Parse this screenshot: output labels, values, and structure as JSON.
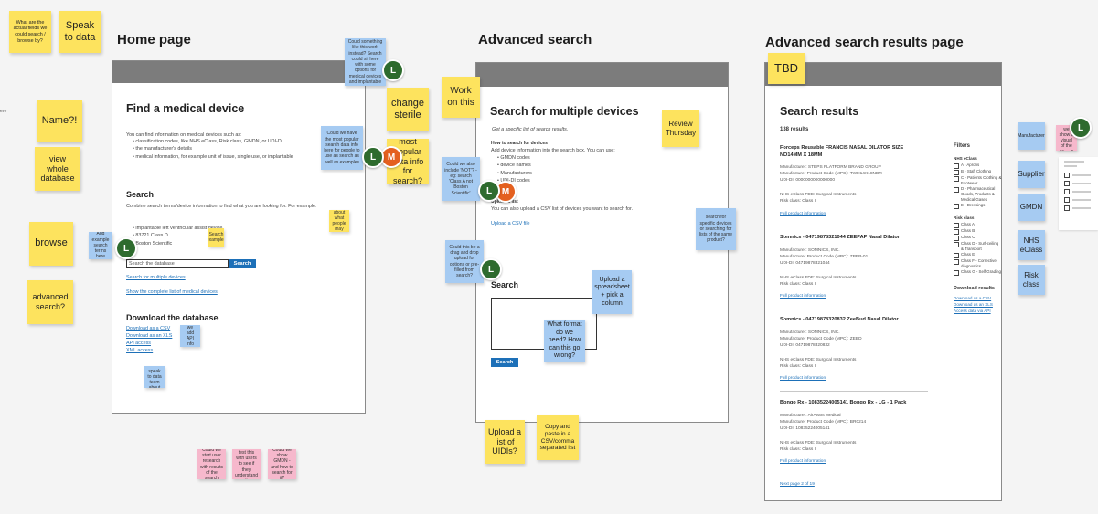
{
  "board": {
    "sections": [
      {
        "id": "home",
        "title": "Home page"
      },
      {
        "id": "advanced",
        "title": "Advanced search"
      },
      {
        "id": "results",
        "title": "Advanced search results page"
      }
    ]
  },
  "colors": {
    "sticky_yellow": "#fde35e",
    "sticky_blue": "#a6cbf2",
    "sticky_pink": "#f6b8cc",
    "avatar_green": "#2e6b2e",
    "avatar_orange": "#e4601f",
    "button_blue": "#1d70b8"
  },
  "home": {
    "title": "Find a medical device",
    "intro": "You can find information on medical devices such as:",
    "bullets": [
      "classification codes, like NHS eClass, Risk class, GMDN, or UDI-DI",
      "the manufacturer's details",
      "medical information, for example unit of issue, single use, or implantable"
    ],
    "search_heading": "Search",
    "search_help": "Combine search terms/device information to find what you are looking for. For example:",
    "examples": [
      "implantable left ventricular assist device",
      "83721 Class D",
      "Boston Scientific"
    ],
    "search_placeholder": "Search the database",
    "search_button": "Search",
    "link_multiple": "Search for multiple devices",
    "link_complete": "Show the complete list of medical devices",
    "download_heading": "Download the database",
    "download_links": [
      "Download as a CSV",
      "Download as an XLS",
      "API access",
      "XML access"
    ]
  },
  "advanced": {
    "title": "Search for multiple devices",
    "lead": "Get a specific list of search results.",
    "how_heading": "How to search for devices",
    "how_text": "Add device information into the search box. You can use:",
    "how_bullets": [
      "GMDN codes",
      "device names",
      "Manufacturers",
      "UDI-DI codes"
    ],
    "upload_heading": "Upload a list",
    "upload_text": "You can also upload a CSV list of devices you want to search for.",
    "upload_link": "Upload a CSV file",
    "search_heading": "Search",
    "search_button": "Search"
  },
  "results": {
    "tbd": "TBD",
    "title": "Search results",
    "count": "138 results",
    "items": [
      {
        "title": "Forceps Reusable FRANCIS NASAL DILATOR SIZE NO14MM X 18MM",
        "meta": [
          "Manufacturer: STEPS PLATFORM BRAND GROUP",
          "Manufacturer Product Code (MPC): TWH14X18NDR",
          "UDI-DI: 0000000000000000"
        ],
        "meta2": [
          "NHS eClass FDE: Surgical Instruments",
          "Risk class: Class I"
        ],
        "link": "Full product information"
      },
      {
        "title": "Somnics - 04719878321044 ZEEPAP Nasal Dilator",
        "meta": [
          "Manufacturer: SOMNICS, INC.",
          "Manufacturer Product Code (MPC): ZPEP-01",
          "UDI-DI: 04719878321044"
        ],
        "meta2": [
          "NHS eClass FDE: Surgical Instruments",
          "Risk class: Class I"
        ],
        "link": "Full product information"
      },
      {
        "title": "Somnics - 04719878320832 ZeeBud Nasal Dilator",
        "meta": [
          "Manufacturer: SOMNICS, INC.",
          "Manufacturer Product Code (MPC): ZEBD",
          "UDI-DI: 04719878320832"
        ],
        "meta2": [
          "NHS eClass FDE: Surgical Instruments",
          "Risk class: Class I"
        ],
        "link": "Full product information"
      },
      {
        "title": "Bongo Rx - 10835224005141 Bongo Rx - LG - 1 Pack",
        "meta": [
          "Manufacturer: AirAvant Medical",
          "Manufacturer Product Code (MPC): BR0214",
          "UDI-DI: 10835224005141"
        ],
        "meta2": [
          "NHS eClass FDE: Surgical Instruments",
          "Risk class: Class I"
        ],
        "link": "Full product information"
      }
    ],
    "next": "Next page 2 of 19",
    "filters_heading": "Filters",
    "filter_groups": [
      {
        "label": "NHS eClass",
        "options": [
          "A - Aprons",
          "B - Staff Clothing",
          "C - Patients Clothing & Footwear",
          "D - Pharmaceutical Goods, Products & Medical Gases",
          "E - Dressings"
        ]
      },
      {
        "label": "Risk class",
        "options": [
          "Class A",
          "Class B",
          "Class C",
          "Class D - Surf-ceiling & Transport",
          "Class E",
          "Class F - Corrective diagnostics",
          "Class G - Self Grading"
        ]
      }
    ],
    "download_heading": "Download results",
    "download_links": [
      "Download as a CSV",
      "Download as an XLS",
      "Access data via API"
    ]
  },
  "stickies": {
    "actual_fields": "What are the actual fields we could search / browse by?",
    "speak_data": "Speak to data",
    "name": "Name?!",
    "view_whole": "view whole database",
    "browse": "browse",
    "adv_search": "advanced search?",
    "change_sterile": "change sterile",
    "most_popular": "most popular data info for search?",
    "work_on_this": "Work on this",
    "review_thursday": "Review Thursday",
    "upload_spreadsheet": "Upload a spreadsheet + pick a column",
    "what_format": "What format do we need? How can this go wrong?",
    "upload_uidis": "Upload a list of UIDIs?",
    "copy_paste": "Copy and paste in a CSV/comma separated list",
    "manufacturer": "Manufacturer",
    "supplier": "Supplier",
    "gmdn": "GMDN",
    "nhs_eclass": "NHS eClass",
    "risk_class": "Risk class",
    "note_home_top": "Could something like this work instead? Search could sit here with some options for medical devices and implantable",
    "note_home_mid": "Could we have the most popular search data info here for people to use as search as well as examples",
    "note_home_left": "Add example search terms here",
    "note_home_small": "Search examples",
    "note_home_right": "Think about what people may search",
    "note_download": "Could we add API info here?",
    "note_download2": "Need to speak to data team about this",
    "note_adv_1": "Could we also include 'NOT'? - eg: search 'Class A not Boston Scientific'",
    "note_adv_2": "Could this be a drag and drop upload for options or pre-filled from search?",
    "note_adv_right": "search for specific devices or searching for lists of the same product?",
    "note_pink_1": "Could we start user research with results of the search",
    "note_pink_2": "Could we test this with users to see if they understand it",
    "note_pink_3": "Could we show GMDN - and how to search for it?",
    "note_right_blue": "Manufacturer",
    "note_right_pink": "Could we show a visual of the filters?"
  },
  "avatars": {
    "green": "L",
    "orange": "M"
  },
  "cut_text": "ere"
}
